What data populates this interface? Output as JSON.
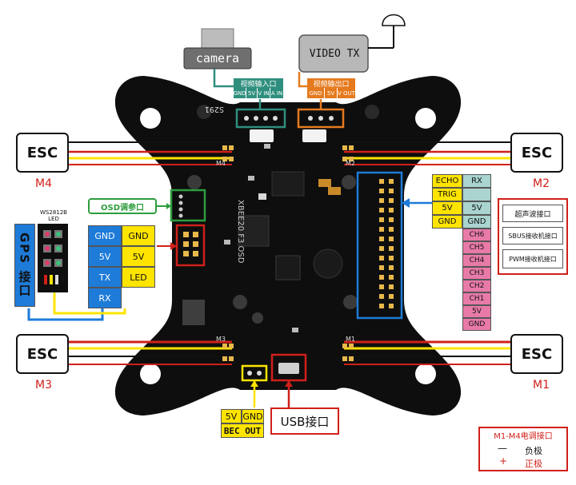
{
  "camera_label": "camera",
  "video_tx_label": "VIDEO TX",
  "video_in": {
    "title": "视频输入口",
    "pins": [
      "GND",
      "5V",
      "V IN",
      "A IN"
    ]
  },
  "video_out": {
    "title": "视频输出口",
    "pins": [
      "GND",
      "5V",
      "V OUT"
    ]
  },
  "esc": [
    {
      "label": "ESC",
      "motor": "M4"
    },
    {
      "label": "ESC",
      "motor": "M2"
    },
    {
      "label": "ESC",
      "motor": "M3"
    },
    {
      "label": "ESC",
      "motor": "M1"
    }
  ],
  "osd_label": "OSD调参口",
  "ws2812b_label": "WS2812B LED",
  "gps_label": "GPS 接口",
  "gps_table": {
    "left": [
      "GND",
      "5V",
      "TX",
      "RX"
    ],
    "right": [
      "GND",
      "5V",
      "LED"
    ]
  },
  "receiver_table": {
    "left": [
      "ECHO",
      "TRIG",
      "5V",
      "GND"
    ],
    "right": [
      "RX",
      "",
      "5V",
      "GND",
      "CH6",
      "CH5",
      "CH4",
      "CH3",
      "CH2",
      "CH1",
      "5V",
      "GND"
    ]
  },
  "legend": [
    {
      "label": "超声波接口",
      "color": "#ffe400"
    },
    {
      "label": "SBUS接收机接口",
      "color": "#a9d4cf"
    },
    {
      "label": "PWM接收机接口",
      "color": "#e87aa8"
    }
  ],
  "bec": {
    "pins": [
      "5V",
      "GND"
    ],
    "label": "BEC OUT"
  },
  "usb_label": "USB接口",
  "esc_legend": {
    "title": "M1-M4电调接口",
    "rows": [
      {
        "sign": "—",
        "text": "负极"
      },
      {
        "sign": "+",
        "text": "正极"
      }
    ]
  },
  "board_text": {
    "model": "XBEE20 F3 OSD",
    "s291": "S291",
    "m1": "M1",
    "m2": "M2",
    "m3": "M3",
    "m4": "M4"
  },
  "colors": {
    "red": "#d0201a",
    "yellow": "#ffe400",
    "blue": "#1e7bd8",
    "teal": "#2f8f7e",
    "orange": "#e57a1e",
    "green": "#2e9d3e",
    "board": "#0e0e0e"
  }
}
